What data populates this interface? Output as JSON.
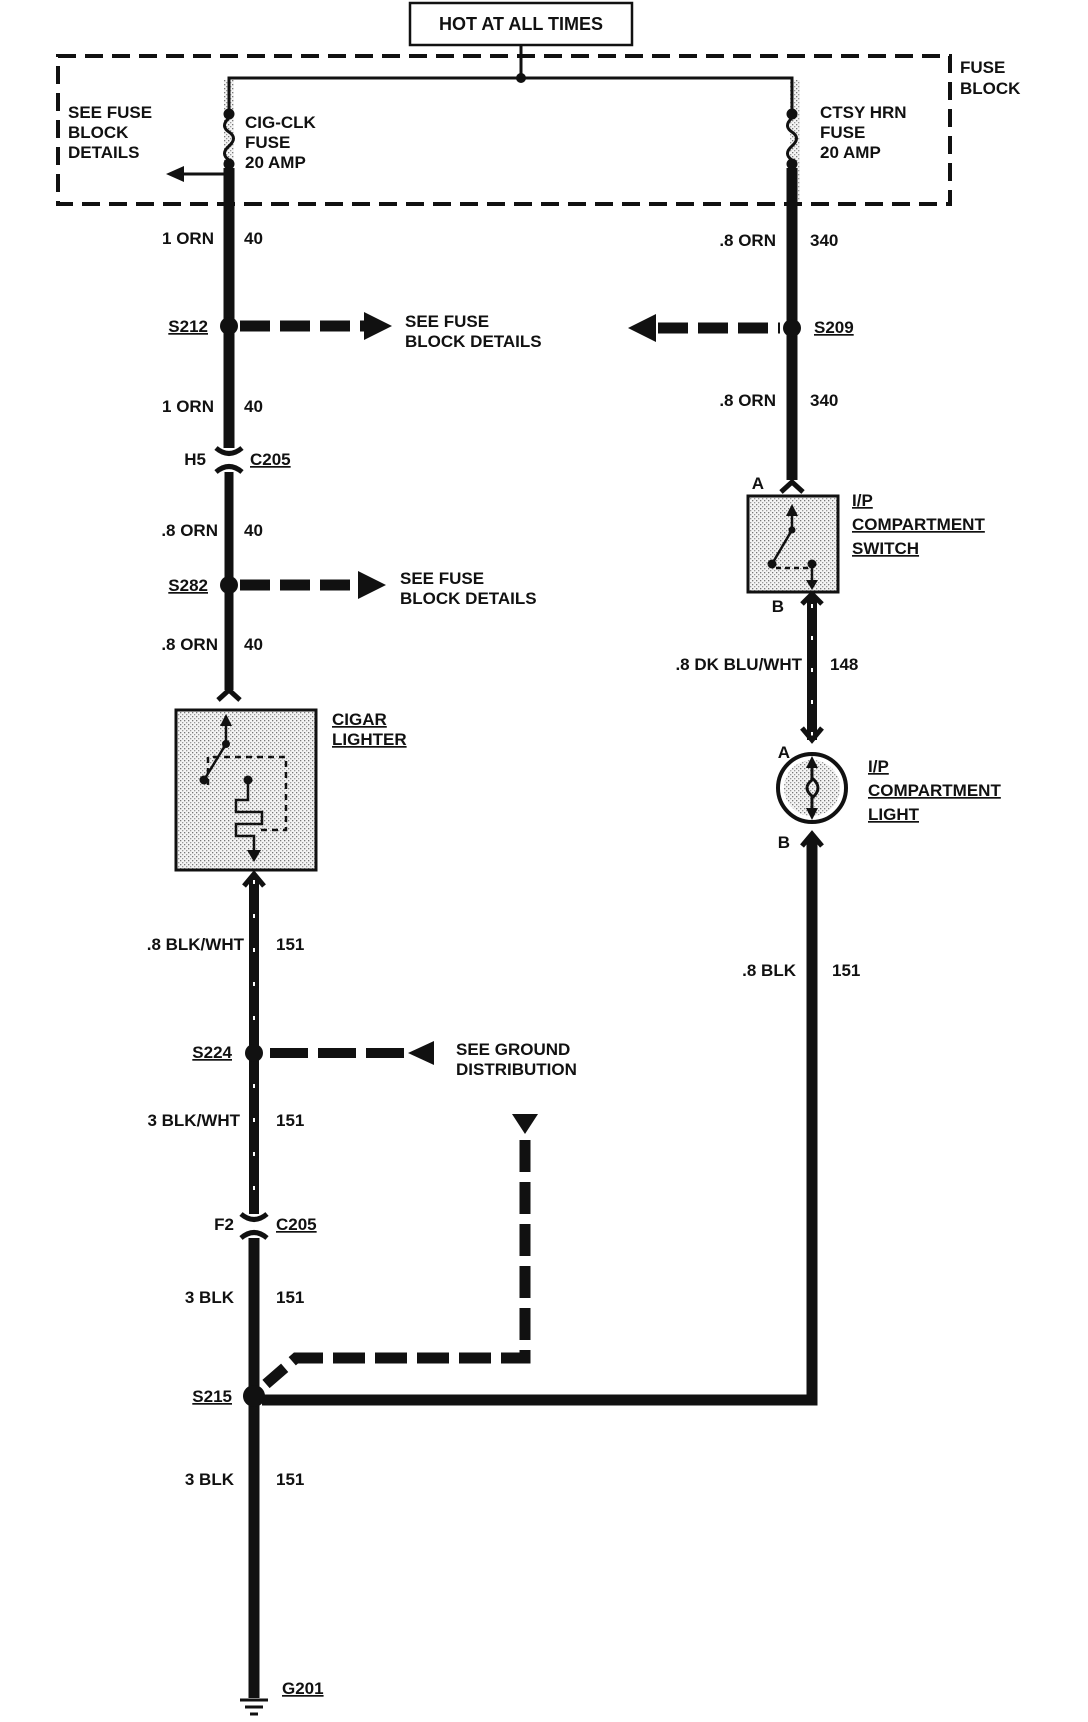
{
  "header": {
    "power_label": "HOT AT ALL TIMES"
  },
  "fuse_block": {
    "label_line1": "FUSE",
    "label_line2": "BLOCK",
    "details_line1": "SEE FUSE",
    "details_line2": "BLOCK",
    "details_line3": "DETAILS",
    "fuse_left": {
      "line1": "CIG-CLK",
      "line2": "FUSE",
      "line3": "20 AMP"
    },
    "fuse_right": {
      "line1": "CTSY HRN",
      "line2": "FUSE",
      "line3": "20 AMP"
    }
  },
  "left_circuit": {
    "w1": {
      "gauge": "1 ORN",
      "circuit": "40"
    },
    "splice1": {
      "id": "S212",
      "ref_line1": "SEE FUSE",
      "ref_line2": "BLOCK DETAILS"
    },
    "w2": {
      "gauge": "1 ORN",
      "circuit": "40"
    },
    "conn1": {
      "pin": "H5",
      "id": "C205"
    },
    "w3": {
      "gauge": ".8 ORN",
      "circuit": "40"
    },
    "splice2": {
      "id": "S282",
      "ref_line1": "SEE FUSE",
      "ref_line2": "BLOCK DETAILS"
    },
    "w4": {
      "gauge": ".8 ORN",
      "circuit": "40"
    },
    "component": {
      "line1": "CIGAR",
      "line2": "LIGHTER"
    },
    "w5": {
      "gauge": ".8 BLK/WHT",
      "circuit": "151"
    },
    "splice3": {
      "id": "S224",
      "ref_line1": "SEE GROUND",
      "ref_line2": "DISTRIBUTION"
    },
    "w6": {
      "gauge": "3 BLK/WHT",
      "circuit": "151"
    },
    "conn2": {
      "pin": "F2",
      "id": "C205"
    },
    "w7": {
      "gauge": "3 BLK",
      "circuit": "151"
    },
    "splice4": {
      "id": "S215"
    },
    "w8": {
      "gauge": "3 BLK",
      "circuit": "151"
    },
    "ground": {
      "id": "G201"
    }
  },
  "right_circuit": {
    "w1": {
      "gauge": ".8 ORN",
      "circuit": "340"
    },
    "splice1": {
      "id": "S209"
    },
    "w2": {
      "gauge": ".8 ORN",
      "circuit": "340"
    },
    "switch": {
      "pin_a": "A",
      "pin_b": "B",
      "line1": "I/P",
      "line2": "COMPARTMENT",
      "line3": "SWITCH"
    },
    "w3": {
      "gauge": ".8 DK BLU/WHT",
      "circuit": "148"
    },
    "light": {
      "pin_a": "A",
      "pin_b": "B",
      "line1": "I/P",
      "line2": "COMPARTMENT",
      "line3": "LIGHT"
    },
    "w4": {
      "gauge": ".8 BLK",
      "circuit": "151"
    }
  }
}
